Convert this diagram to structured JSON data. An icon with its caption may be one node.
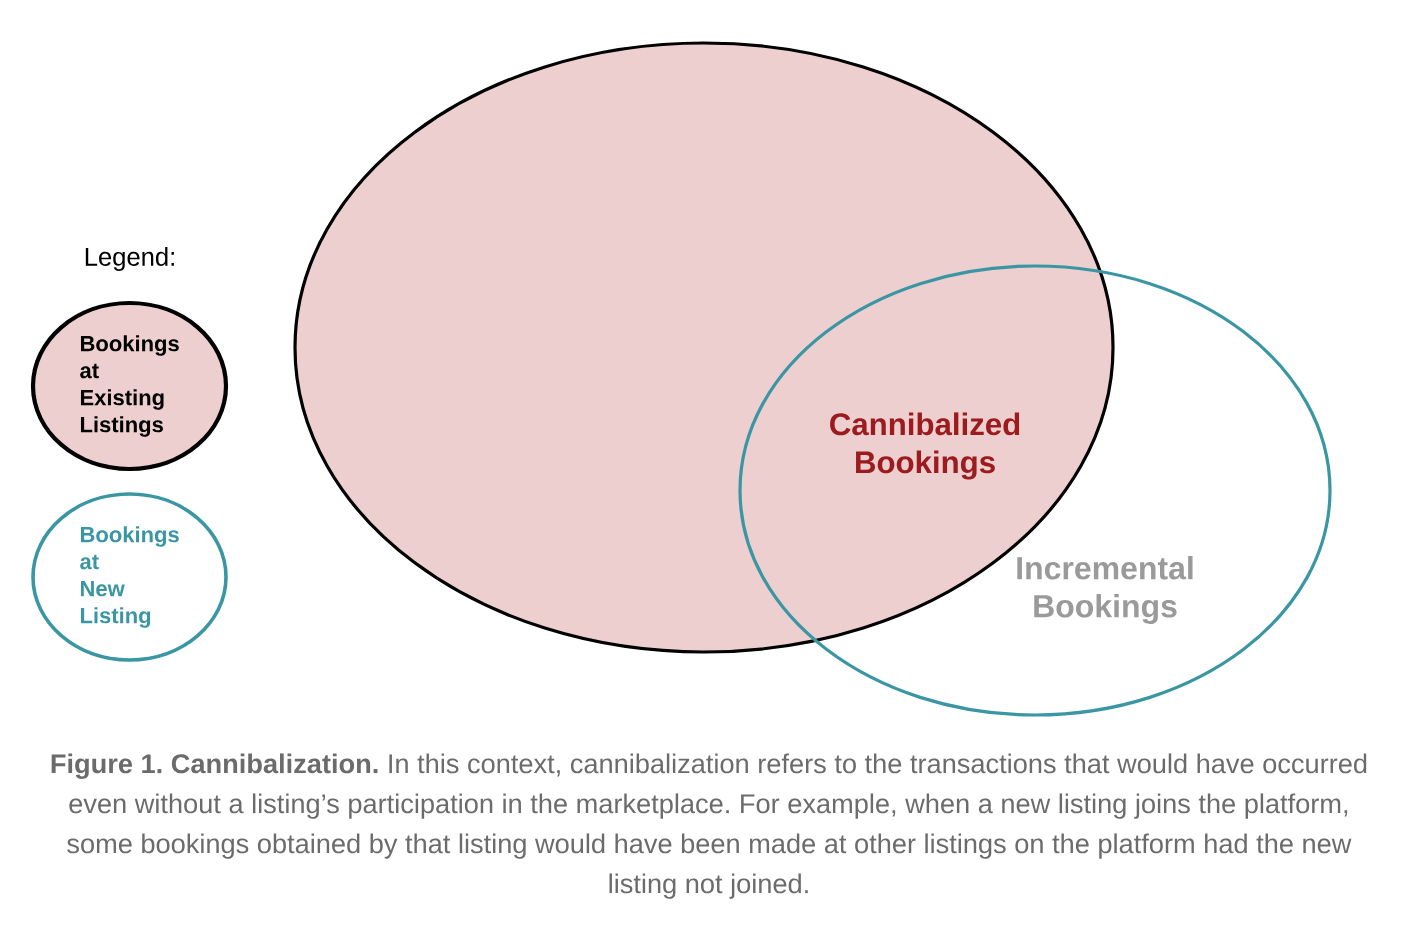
{
  "diagram": {
    "nodes": [
      {
        "text": [
          "Bookings at Existing Listings"
        ]
      },
      {
        "text": [
          "Bookings at New Listing"
        ]
      },
      {
        "text": [],
        "shape": "ellipse"
      },
      {
        "text": [
          "Incremental Bookings"
        ]
      }
    ],
    "labels": [
      "Legend:",
      "Cannibalized Bookings"
    ],
    "caption": "**Figure 1. Cannibalization.** In this context, cannibalization refers to the transactions that would have occurred even without a listing’s participation in the marketplace. For example, when a new listing joins the platform, some bookings obtained by that listing would have been made at other listings on the platform had the new listing not joined."
  }
}
